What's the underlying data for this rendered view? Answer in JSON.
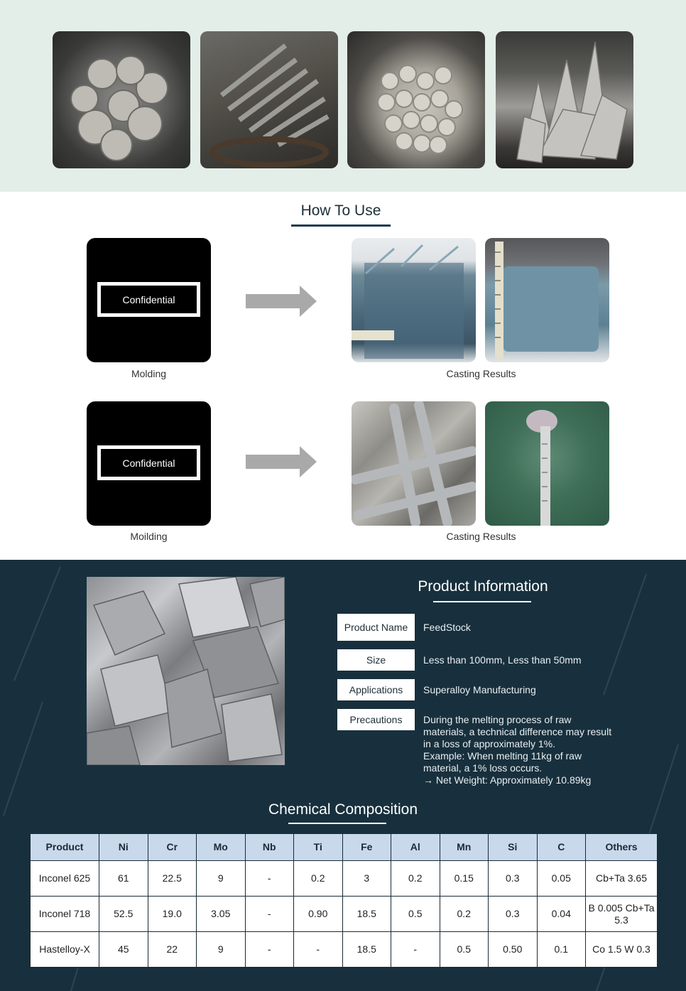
{
  "how_to_use": {
    "title": "How To Use",
    "rows": [
      {
        "box_text": "Confidential",
        "left_caption": "Molding",
        "right_caption": "Casting Results"
      },
      {
        "box_text": "Confidential",
        "left_caption": "Moilding",
        "right_caption": "Casting Results"
      }
    ]
  },
  "product_info": {
    "title": "Product Information",
    "rows": [
      {
        "label": "Product Name",
        "value": "FeedStock"
      },
      {
        "label": "Size",
        "value": "Less than 100mm, Less than 50mm"
      },
      {
        "label": "Applications",
        "value": "Superalloy Manufacturing"
      },
      {
        "label": "Precautions",
        "value_lines": [
          "During the melting process of raw",
          "materials, a technical difference may result",
          "in a loss of approximately 1%.",
          "Example: When melting 11kg of raw",
          "material, a 1% loss occurs.",
          "→ Net Weight: Approximately 10.89kg"
        ]
      }
    ]
  },
  "chemical": {
    "title": "Chemical Composition",
    "headers": [
      "Product",
      "Ni",
      "Cr",
      "Mo",
      "Nb",
      "Ti",
      "Fe",
      "Al",
      "Mn",
      "Si",
      "C",
      "Others"
    ],
    "rows": [
      [
        "Inconel 625",
        "61",
        "22.5",
        "9",
        "-",
        "0.2",
        "3",
        "0.2",
        "0.15",
        "0.3",
        "0.05",
        "Cb+Ta 3.65"
      ],
      [
        "Inconel 718",
        "52.5",
        "19.0",
        "3.05",
        "-",
        "0.90",
        "18.5",
        "0.5",
        "0.2",
        "0.3",
        "0.04",
        "B 0.005 Cb+Ta 5.3"
      ],
      [
        "Hastelloy-X",
        "45",
        "22",
        "9",
        "-",
        "-",
        "18.5",
        "-",
        "0.5",
        "0.50",
        "0.1",
        "Co 1.5 W 0.3"
      ]
    ]
  },
  "colors": {
    "top_band": "#e4eee8",
    "dark_section": "#18303d",
    "table_header": "#c8d9ec",
    "arrow": "#a9a9a9"
  }
}
